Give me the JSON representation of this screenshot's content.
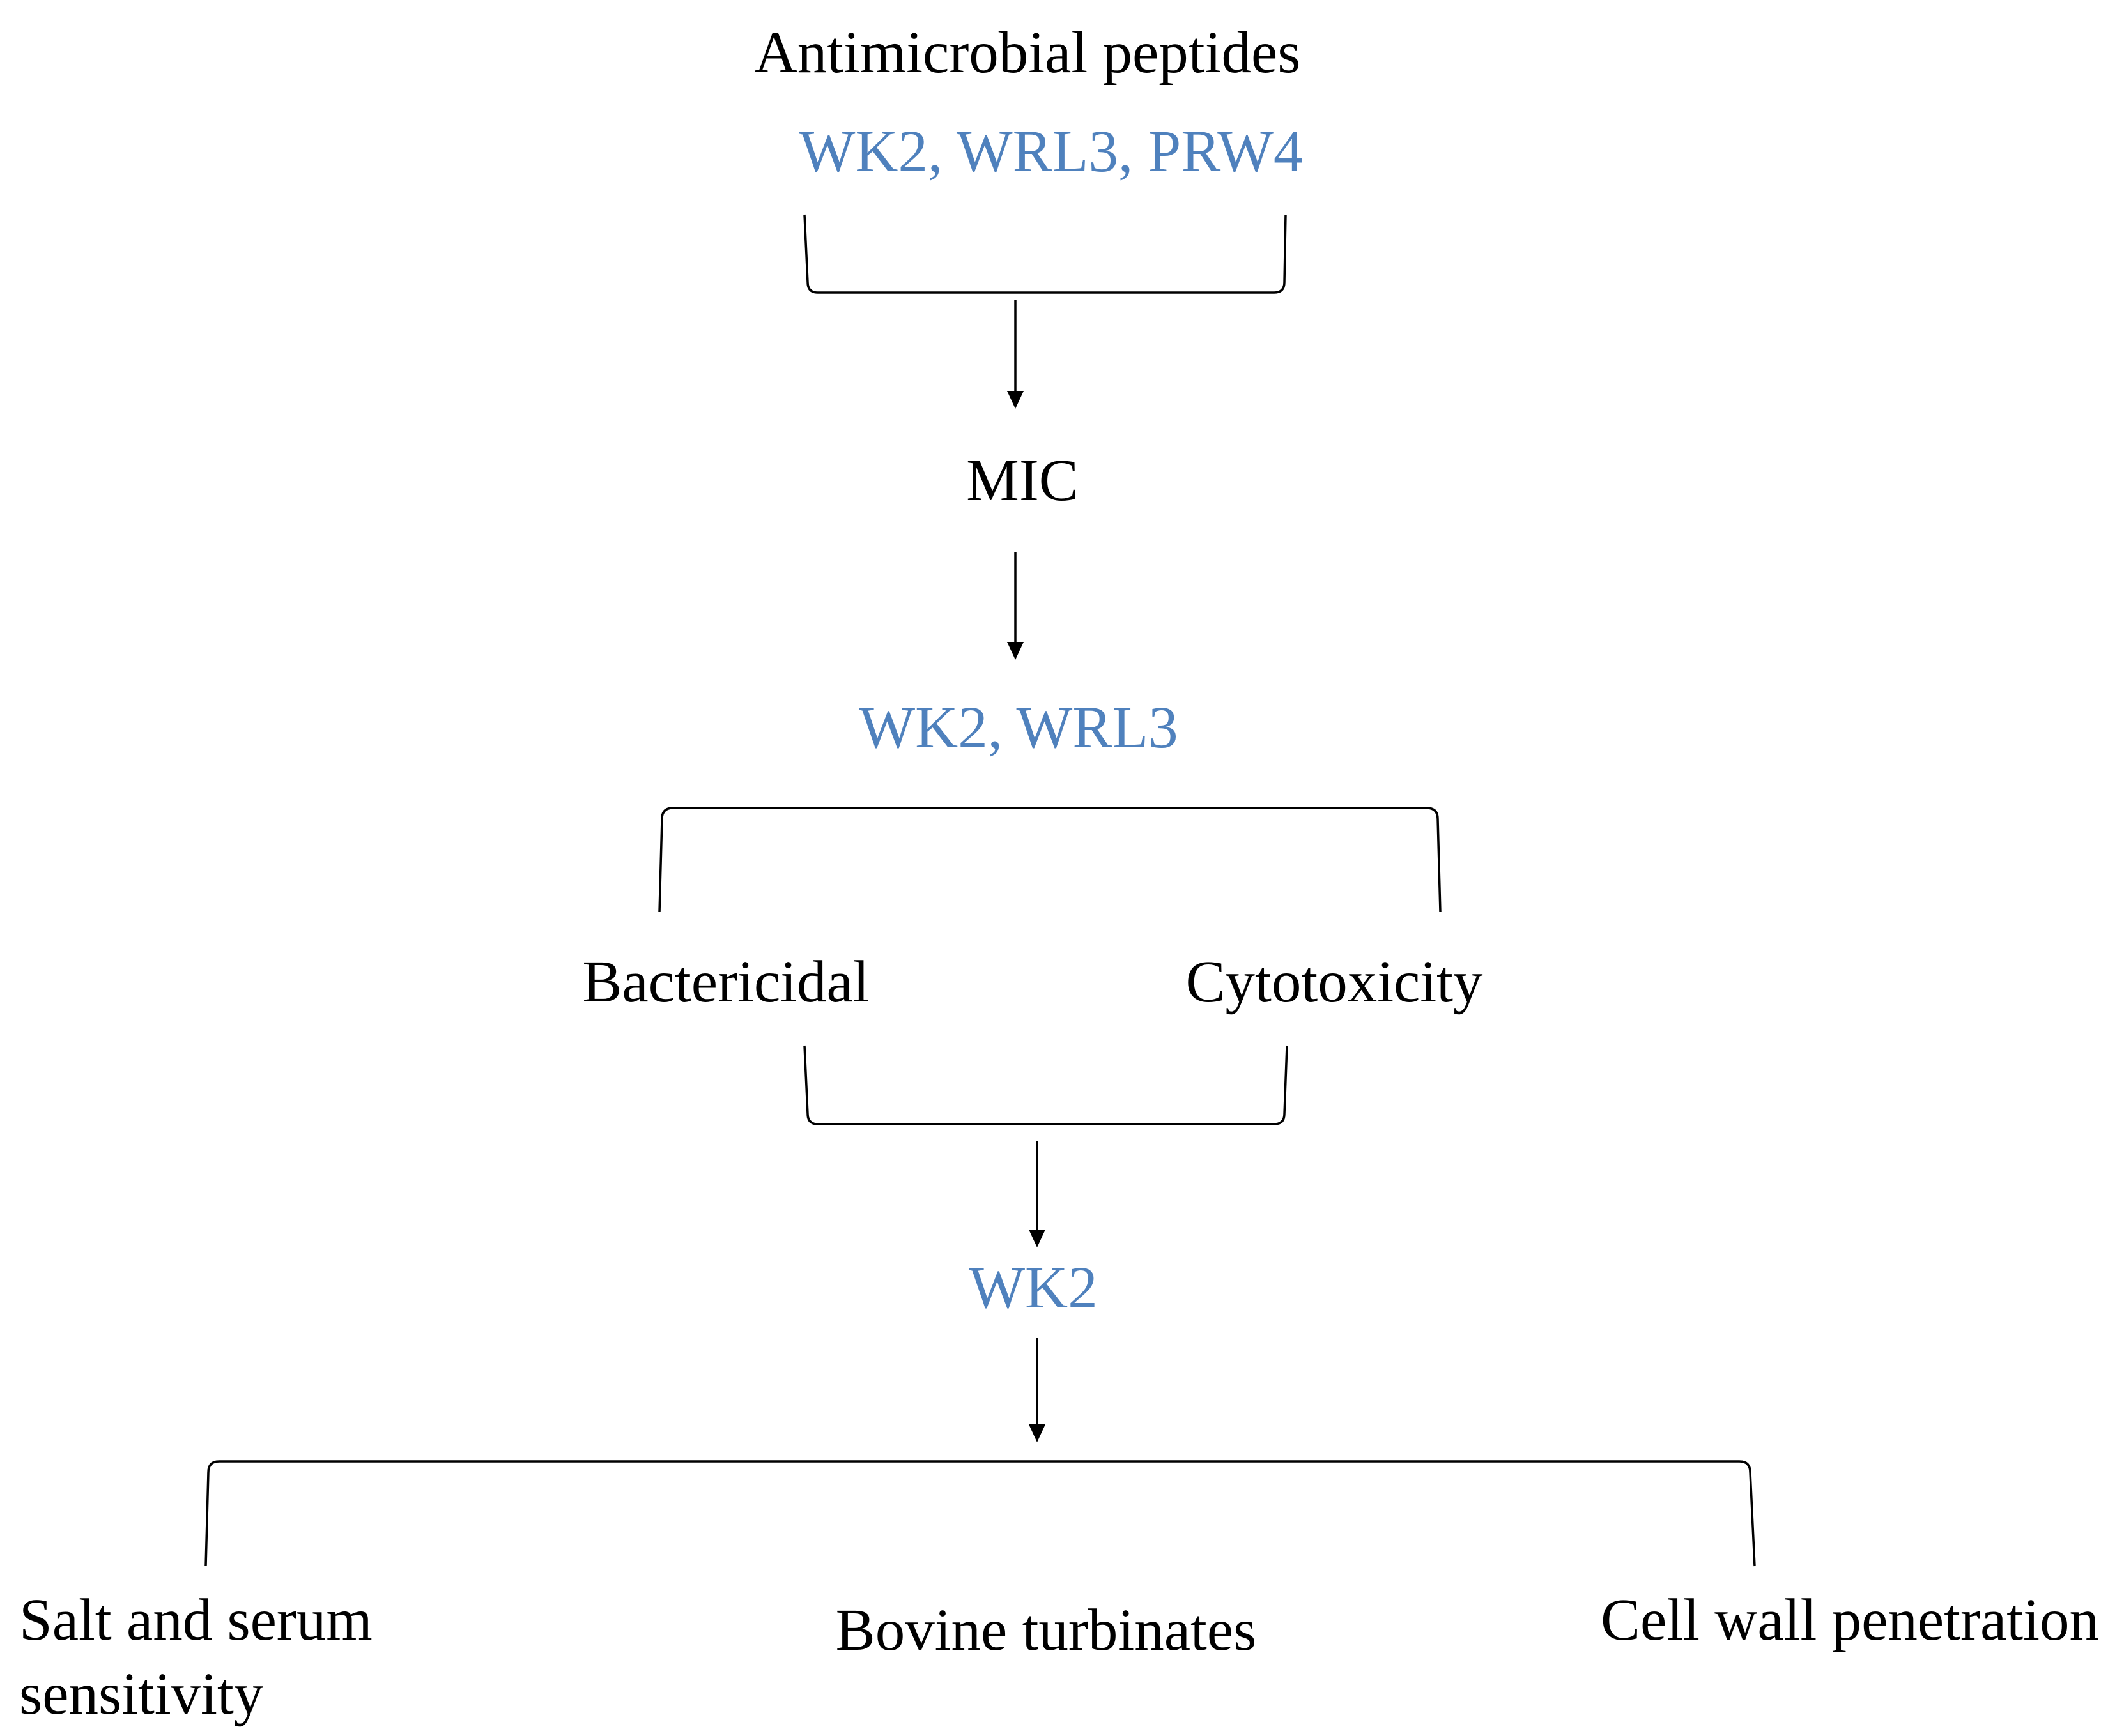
{
  "nodes": {
    "antimicrobial_peptides": "Antimicrobial peptides",
    "candidate_peptides": "WK2, WRL3, PRW4",
    "mic": "MIC",
    "selected_peptides": "WK2, WRL3",
    "bactericidal": "Bactericidal",
    "cytotoxicity": "Cytotoxicity",
    "final_peptide": "WK2",
    "salt_serum_line1": "Salt and serum",
    "salt_serum_line2": "sensitivity",
    "bovine_turbinates": "Bovine turbinates",
    "cell_wall_penetration": "Cell wall penetration"
  },
  "colors": {
    "text": "#000000",
    "peptide": "#4f81bd",
    "line": "#000000"
  }
}
